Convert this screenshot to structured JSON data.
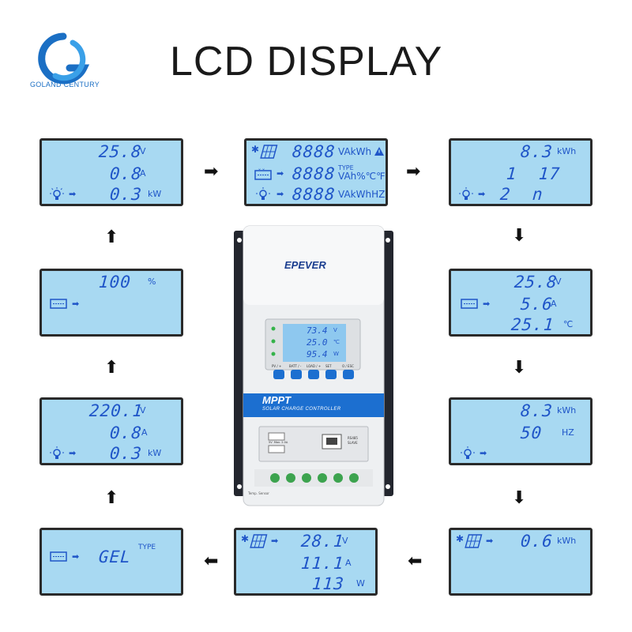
{
  "brand": {
    "logo_text": "GOLAND CENTURY"
  },
  "title": "LCD DISPLAY",
  "device": {
    "brand": "EPEVER",
    "band_title": "MPPT",
    "band_sub": "SOLAR CHARGE CONTROLLER",
    "screen": {
      "r1": "73.4",
      "r1u": "V",
      "r2": "25.0",
      "r2u": "℃",
      "r3": "95.4",
      "r3u": "W"
    },
    "buttons": [
      "PV / +",
      "BATT / -",
      "LOAD / +",
      "SET",
      "O / ESC"
    ],
    "usb_note": "5V  Max. 2.0A",
    "rs485": "RS485",
    "slave": "SLAVE",
    "terminal_label": "Temp. Sensor"
  },
  "panels": {
    "p1": {
      "r1": "25.8",
      "r1u": "V",
      "r2": "0.8",
      "r2u": "A",
      "r3": "0.3",
      "r3u": "kW"
    },
    "p2": {
      "r1": "8888",
      "r1u": "VAkWh",
      "r2": "8888",
      "r2u_type": "TYPE",
      "r2u": "VAh%℃℉",
      "r3": "8888",
      "r3u": "VAkWhHZ"
    },
    "p3": {
      "r1": "8.3",
      "r1u": "kWh",
      "r2": "1  17",
      "r3": "2  n"
    },
    "p4": {
      "r1": "25.8",
      "r1u": "V",
      "r2": "5.6",
      "r2u": "A",
      "r3": "25.1",
      "r3u": "℃"
    },
    "p5": {
      "r1": "8.3",
      "r1u": "kWh",
      "r2": "50",
      "r2u": "HZ"
    },
    "p6": {
      "r1": "0.6",
      "r1u": "kWh"
    },
    "p7": {
      "r1": "28.1",
      "r1u": "V",
      "r2": "11.1",
      "r2u": "A",
      "r3": "113",
      "r3u": "W"
    },
    "p8": {
      "r1": "GEL",
      "r1u": "TYPE"
    },
    "p9": {
      "r1": "220.1",
      "r1u": "V",
      "r2": "0.8",
      "r2u": "A",
      "r3": "0.3",
      "r3u": "kW"
    },
    "p10": {
      "r1": "100",
      "r1u": "%"
    }
  },
  "arrows": {
    "right": "➡",
    "left": "⬅",
    "down": "⬇",
    "up": "⬆",
    "small": "➡"
  },
  "colors": {
    "lcd_bg": "#a8d9f2",
    "lcd_text": "#1f55c8",
    "band": "#1c6fd0",
    "logo": "#1b6fc4"
  }
}
